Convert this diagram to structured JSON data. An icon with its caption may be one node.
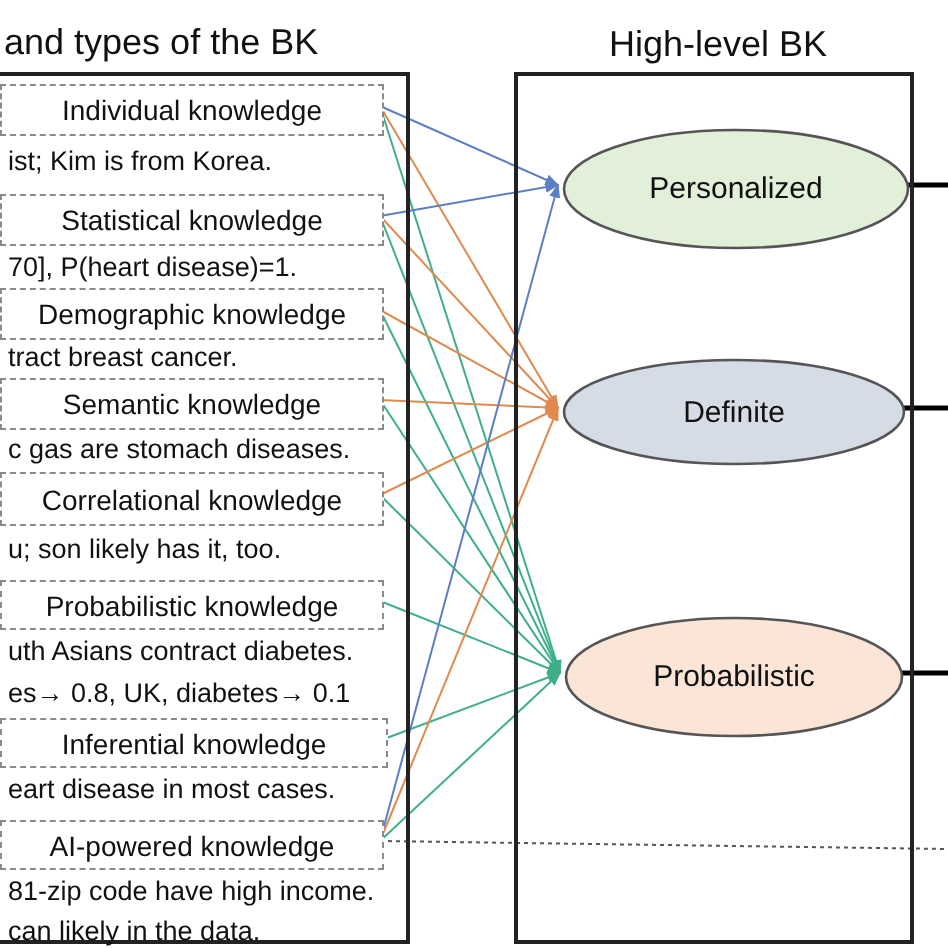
{
  "diagram": {
    "nodes": [
      {
        "text": [
          "and types of the BK"
        ]
      },
      {
        "text": [
          "Individual knowledge"
        ],
        "in": 0,
        "beside": [
          "ist; Kim is from Korea."
        ]
      },
      {
        "text": [
          "Statistical knowledge"
        ],
        "in": 0,
        "beside": [
          "70], P(heart disease)=1."
        ]
      },
      {
        "text": [
          "Demographic knowledge"
        ],
        "in": 0,
        "beside": [
          "tract breast cancer."
        ]
      },
      {
        "text": [
          "Semantic knowledge"
        ],
        "in": 0,
        "beside": [
          "c gas are stomach diseases."
        ]
      },
      {
        "text": [
          "Correlational knowledge"
        ],
        "in": 0,
        "beside": [
          "u; son likely has it, too."
        ]
      },
      {
        "text": [
          "Probabilistic knowledge"
        ],
        "in": 0,
        "beside": [
          "uth Asians contract diabetes.",
          "es→ 0.8, UK, diabetes→ 0.1"
        ]
      },
      {
        "text": [
          "Inferential knowledge"
        ],
        "in": 0,
        "beside": [
          "eart disease in most cases."
        ]
      },
      {
        "text": [
          "AI-powered knowledge"
        ],
        "in": 0,
        "beside": [
          "81-zip code have high income.",
          "can likely in the data."
        ]
      },
      {
        "text": [
          "High-level BK"
        ]
      },
      {
        "text": [
          "Personalized"
        ],
        "in": 9
      },
      {
        "text": [
          "Definite"
        ],
        "in": 9
      },
      {
        "text": [
          "Probabilistic"
        ],
        "in": 9
      }
    ],
    "edges": [
      {
        "from": 1,
        "to": 10,
        "arrow": "to",
        "color": "#5b7fc4"
      },
      {
        "from": 1,
        "to": 11,
        "arrow": "to",
        "color": "#e08a4f"
      },
      {
        "from": 1,
        "to": 12,
        "arrow": "to"
      },
      {
        "from": 2,
        "to": 10,
        "arrow": "to",
        "color": "#5b7fc4"
      },
      {
        "from": 2,
        "to": 11,
        "arrow": "to",
        "color": "#e08a4f"
      },
      {
        "from": 2,
        "to": 12,
        "arrow": "to"
      },
      {
        "from": 3,
        "to": 11,
        "arrow": "to",
        "color": "#e08a4f"
      },
      {
        "from": 3,
        "to": 12,
        "arrow": "to"
      },
      {
        "from": 4,
        "to": 11,
        "arrow": "to",
        "color": "#e08a4f"
      },
      {
        "from": 4,
        "to": 12,
        "arrow": "to"
      },
      {
        "from": 5,
        "to": 11,
        "arrow": "to",
        "color": "#e08a4f"
      },
      {
        "from": 5,
        "to": 12,
        "arrow": "to"
      },
      {
        "from": 6,
        "to": 12,
        "arrow": "to"
      },
      {
        "from": 7,
        "to": 12,
        "arrow": "to"
      },
      {
        "from": 8,
        "to": 10,
        "arrow": "to",
        "color": "#5b7fc4"
      },
      {
        "from": 8,
        "to": 11,
        "arrow": "to",
        "color": "#e08a4f"
      },
      {
        "from": 8,
        "to": 12,
        "arrow": "to"
      },
      {
        "from": 8,
        "to": null,
        "arrow": "none",
        "style": "dashed",
        "color": "#555555"
      },
      {
        "from": 10,
        "to": null,
        "arrow": "none",
        "style": "thick",
        "color": "#000000"
      },
      {
        "from": 11,
        "to": null,
        "arrow": "none",
        "style": "thick",
        "color": "#000000"
      },
      {
        "from": 12,
        "to": null,
        "arrow": "none",
        "style": "thick",
        "color": "#000000"
      }
    ]
  }
}
